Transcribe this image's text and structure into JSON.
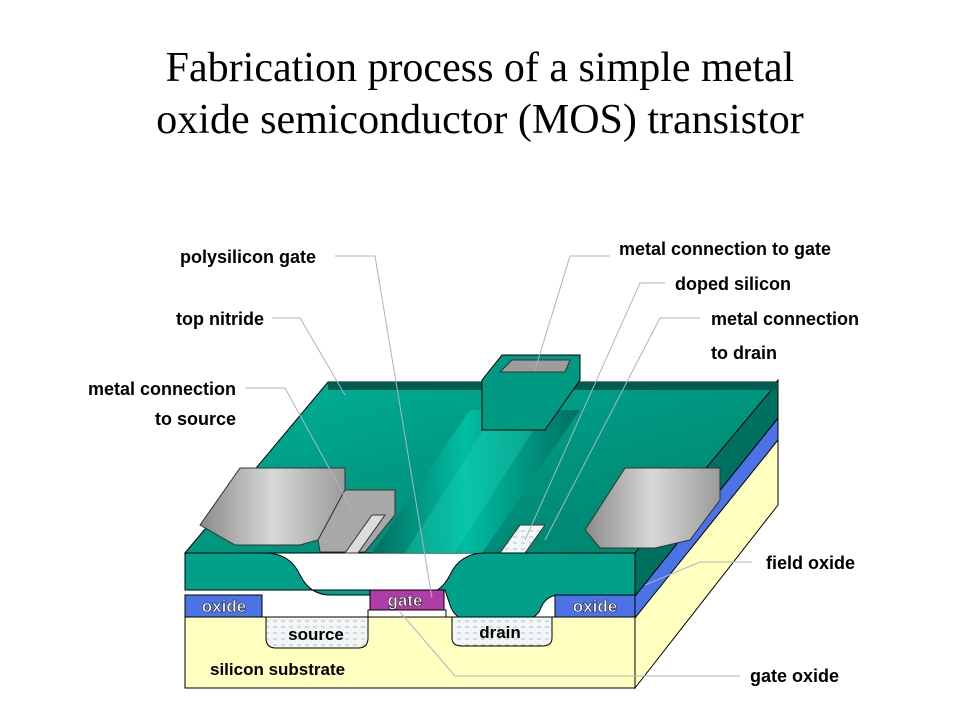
{
  "title": {
    "line1": "Fabrication process of a simple metal",
    "line2": "oxide semiconductor (MOS) transistor"
  },
  "labels": {
    "polysilicon_gate": "polysilicon gate",
    "top_nitride": "top nitride",
    "metal_source_1": "metal connection",
    "metal_source_2": "to source",
    "metal_gate": "metal connection to gate",
    "doped_silicon": "doped silicon",
    "metal_drain_1": "metal connection",
    "metal_drain_2": "to drain",
    "field_oxide": "field oxide",
    "gate_oxide": "gate oxide"
  },
  "cross_section": {
    "oxide_left": "oxide",
    "oxide_right": "oxide",
    "gate": "gate",
    "source": "source",
    "drain": "drain",
    "substrate": "silicon substrate"
  },
  "colors": {
    "nitride": "#00a08a",
    "nitride_dark": "#006e60",
    "metal": "#b0b0b0",
    "oxide": "#4b73e6",
    "gate": "#b03ca8",
    "substrate": "#ffffc0"
  }
}
